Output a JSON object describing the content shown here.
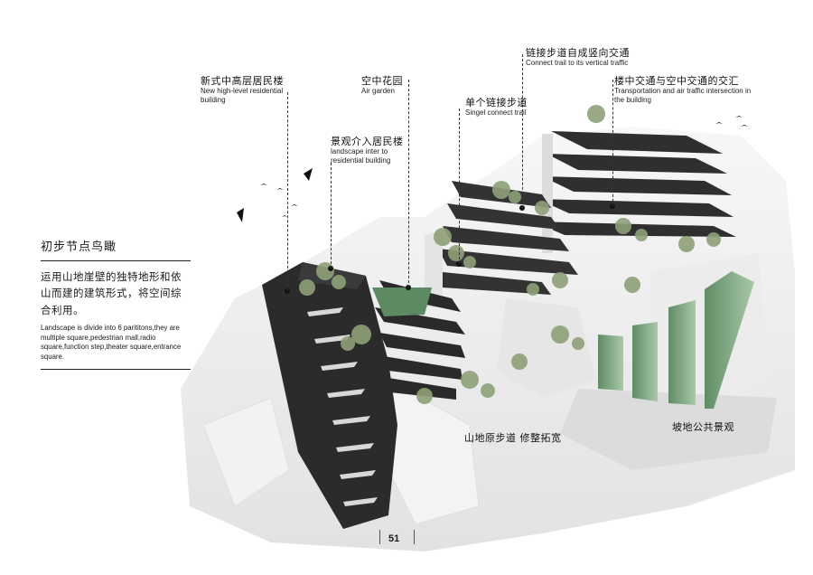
{
  "labels": {
    "residential": {
      "cn": "新式中高层居民楼",
      "en": "New high-level residential building"
    },
    "air_garden": {
      "cn": "空中花园",
      "en": "Air garden"
    },
    "landscape": {
      "cn": "景观介入居民楼",
      "en": "landscape inter to residential building"
    },
    "single_trail": {
      "cn": "单个链接步道",
      "en": "Singel connect trail"
    },
    "connect_vertical": {
      "cn": "链接步道自成竖向交通",
      "en": "Connect trail to its vertical traffic"
    },
    "intersection": {
      "cn": "楼中交通与空中交通的交汇",
      "en": "Transportation and air traffic intersection in the building"
    },
    "mountain_trail": {
      "cn": "山地原步道 修整拓宽"
    },
    "slope_landscape": {
      "cn": "坡地公共景观"
    }
  },
  "panel": {
    "title": "初步节点鸟瞰",
    "body_cn": "运用山地崖壁的独特地形和依山而建的建筑形式，将空间综合利用。",
    "body_en": "Landscape is divide into 6 parititons,they are multiple square,pedestrian mall,radio square,function step,theater square,entrance square."
  },
  "page_number": "51",
  "colors": {
    "building_dark": "#2b2b2b",
    "terrain": "#ececec",
    "green_wall": "#7fa582",
    "tree": "#8fa07a"
  }
}
